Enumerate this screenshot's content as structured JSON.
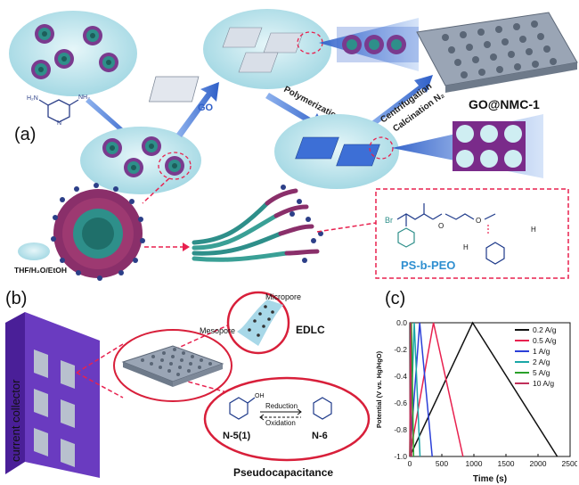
{
  "panel_a": {
    "label": "(a)",
    "solvent_label": "THF/H₂O/EtOH",
    "go_label": "GO",
    "polymerization_label": "Polymerization",
    "centrifugation_label": "Centrifugation",
    "calcination_label": "Calcination N₂",
    "product_label": "GO@NMC-1",
    "copolymer_label": "PS-b-PEO",
    "colors": {
      "bubble": "#bfe6ee",
      "arrow": "#4f7fd3",
      "dashed": "#e8214f",
      "product": "#2f6fd0",
      "cone": "#2a5cc8"
    }
  },
  "panel_b": {
    "label": "(b)",
    "collector_label": "current collector",
    "micropore_label": "Micropore",
    "mesopore_label": "Mesopore",
    "edlc_label": "EDLC",
    "oh_label": "OH",
    "reduction_label": "Reduction",
    "oxidation_label": "Oxidation",
    "n51_label": "N-5(1)",
    "n6_label": "N-6",
    "pseudo_label": "Pseudocapacitance",
    "colors": {
      "collector": "#5a2fb0",
      "dashed": "#e8214f",
      "circle": "#d81f3a"
    }
  },
  "panel_c": {
    "label": "(c)"
  },
  "chart_data": {
    "type": "line",
    "xlabel": "Time (s)",
    "ylabel": "Potential (V vs. Hg/HgO)",
    "xlim": [
      0,
      2500
    ],
    "ylim": [
      -1.0,
      0.0
    ],
    "x_ticks": [
      "0",
      "500",
      "1000",
      "1500",
      "2000",
      "2500"
    ],
    "y_ticks": [
      "0.0",
      "-0.2",
      "-0.4",
      "-0.6",
      "-0.8",
      "-1.0"
    ],
    "legend_position": "top-right",
    "series": [
      {
        "name": "0.2 A/g",
        "color": "#111111",
        "x": [
          0,
          980,
          2300
        ],
        "y": [
          -1.0,
          0.0,
          -1.0
        ]
      },
      {
        "name": "0.5 A/g",
        "color": "#e8214f",
        "x": [
          0,
          370,
          830
        ],
        "y": [
          -1.0,
          0.0,
          -1.0
        ]
      },
      {
        "name": "1 A/g",
        "color": "#2b3fd8",
        "x": [
          0,
          155,
          350
        ],
        "y": [
          -1.0,
          0.0,
          -1.0
        ]
      },
      {
        "name": "2 A/g",
        "color": "#1aa6a6",
        "x": [
          0,
          70,
          160
        ],
        "y": [
          -1.0,
          0.0,
          -1.0
        ]
      },
      {
        "name": "5 A/g",
        "color": "#2aa02a",
        "x": [
          0,
          26,
          60
        ],
        "y": [
          -1.0,
          0.0,
          -1.0
        ]
      },
      {
        "name": "10 A/g",
        "color": "#c0305a",
        "x": [
          0,
          12,
          28
        ],
        "y": [
          -1.0,
          0.0,
          -1.0
        ]
      }
    ]
  }
}
